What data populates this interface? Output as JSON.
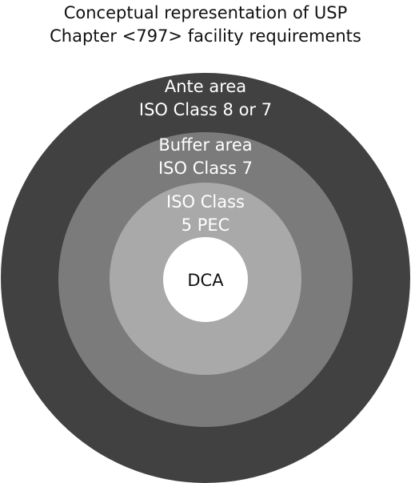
{
  "title": {
    "line1": "Conceptual representation of USP",
    "line2": "Chapter <797> facility requirements"
  },
  "rings": {
    "ante": {
      "line1": "Ante area",
      "line2": "ISO Class 8 or 7",
      "color": "#414141"
    },
    "buffer": {
      "line1": "Buffer area",
      "line2": "ISO Class 7",
      "color": "#7b7b7b"
    },
    "pec": {
      "line1": "ISO Class",
      "line2": "5 PEC",
      "color": "#a9a9a9"
    },
    "dca": {
      "label": "DCA",
      "color": "#ffffff"
    }
  }
}
